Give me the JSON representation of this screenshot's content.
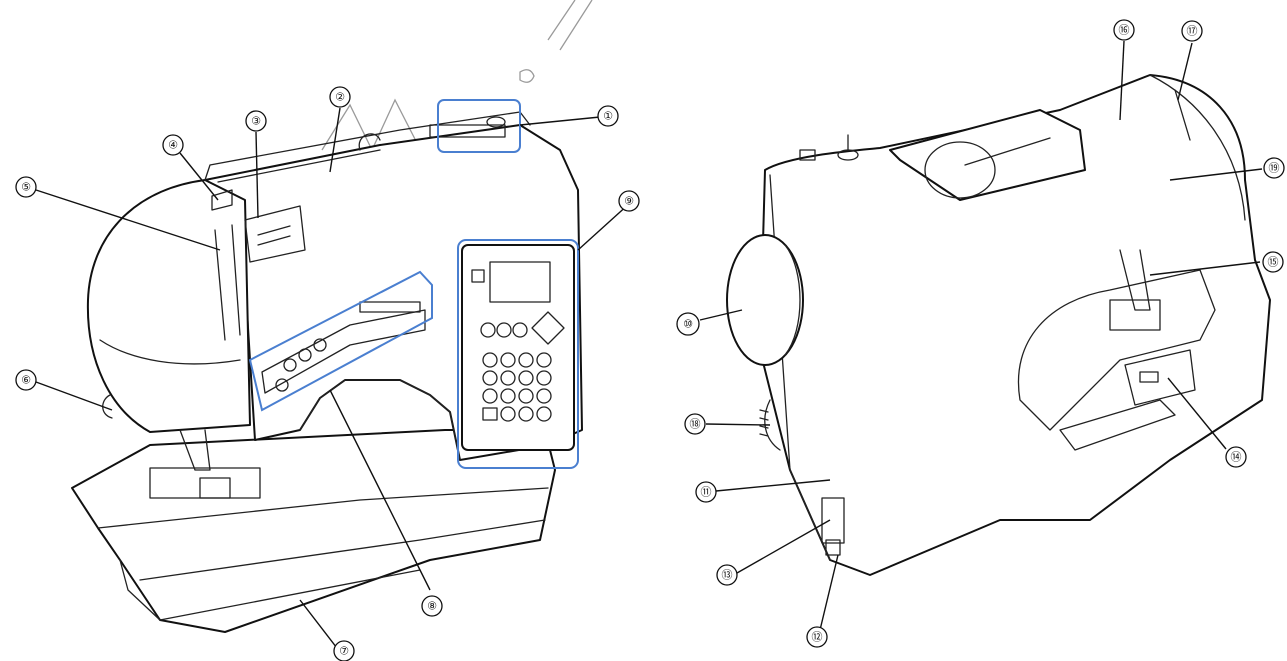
{
  "callouts": [
    {
      "id": "c1",
      "label": "①"
    },
    {
      "id": "c2",
      "label": "②"
    },
    {
      "id": "c3",
      "label": "③"
    },
    {
      "id": "c4",
      "label": "④"
    },
    {
      "id": "c5",
      "label": "⑤"
    },
    {
      "id": "c6",
      "label": "⑥"
    },
    {
      "id": "c7",
      "label": "⑦"
    },
    {
      "id": "c8",
      "label": "⑧"
    },
    {
      "id": "c9",
      "label": "⑨"
    },
    {
      "id": "c10",
      "label": "⑩"
    },
    {
      "id": "c11",
      "label": "⑪"
    },
    {
      "id": "c12",
      "label": "⑫"
    },
    {
      "id": "c13",
      "label": "⑬"
    },
    {
      "id": "c14",
      "label": "⑭"
    },
    {
      "id": "c15",
      "label": "⑮"
    },
    {
      "id": "c16",
      "label": "⑯"
    },
    {
      "id": "c17",
      "label": "⑰"
    },
    {
      "id": "c18",
      "label": "⑱"
    },
    {
      "id": "c19",
      "label": "⑲"
    }
  ],
  "colors": {
    "highlight": "#4a7fd0",
    "line": "#111111",
    "watermark": "#9a9a9a"
  }
}
